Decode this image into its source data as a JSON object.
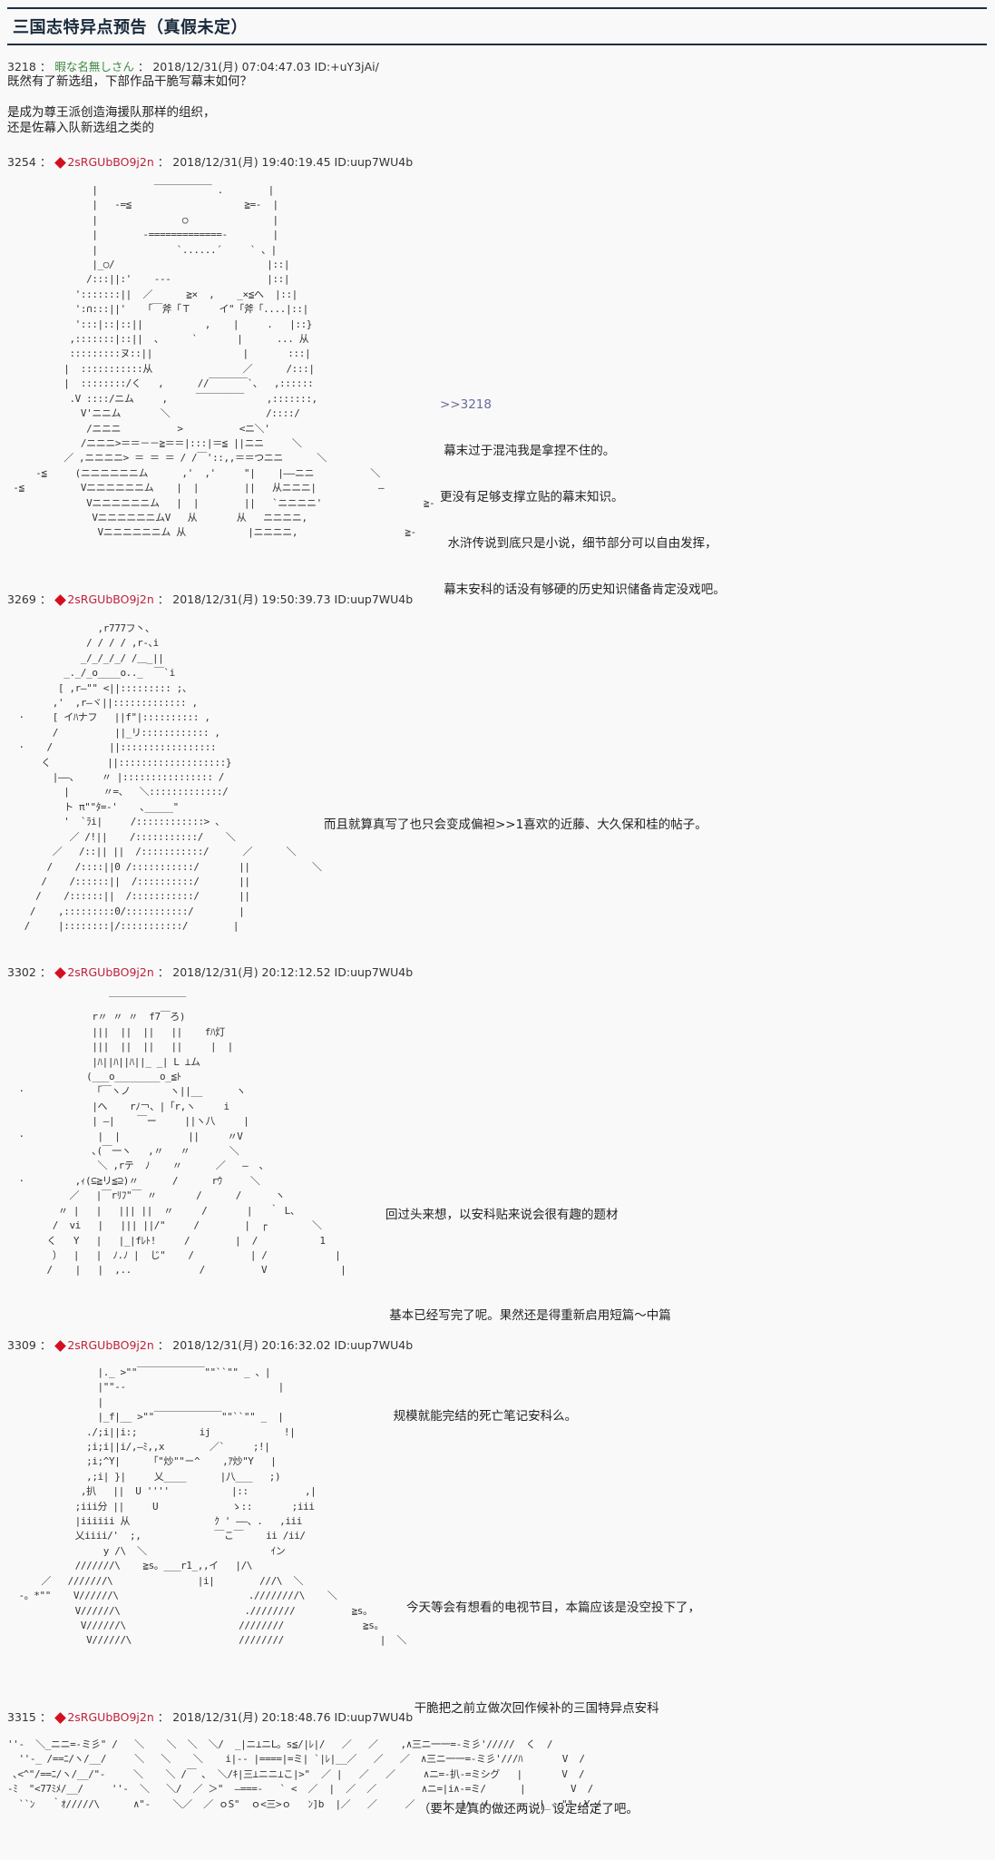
{
  "page": {
    "title": "三国志特异点预告（真假未定）"
  },
  "colors": {
    "title_border": "#1e2e3e",
    "name_plain": "#3e8a3e",
    "name_trip": "#c0223a",
    "trip_diamond": "#d40f1f",
    "background": "#f9f9fa"
  },
  "posts": [
    {
      "number": "3218",
      "name": "暇な名無しさん",
      "date": "2018/12/31(月) 07:04:47.03",
      "id": "ID:+uY3jAi/",
      "body_lines": [
        "既然有了新选组，下部作品干脆写幕末如何？",
        "",
        "是成为尊王派创造海援队那样的组织，",
        "还是佐幕入队新选组之类的"
      ]
    },
    {
      "number": "3254",
      "name": "2sRGUbBO9j2n",
      "trip_icon": "diamond-icon",
      "date": "2018/12/31(月) 19:40:19.45",
      "id": "ID:uup7WU4b",
      "quote": ">>3218",
      "side_lines": [
        " 幕末过于混沌我是拿捏不住的。",
        "更没有足够支撑立贴的幕末知识。",
        "  水浒传说到底只是小说，细节部分可以自由发挥，",
        " 幕末安科的话没有够硬的历史知识储备肯定没戏吧。"
      ]
    },
    {
      "number": "3269",
      "name": "2sRGUbBO9j2n",
      "trip_icon": "diamond-icon",
      "date": "2018/12/31(月) 19:50:39.73",
      "id": "ID:uup7WU4b",
      "side_lines": [
        "而且就算真写了也只会变成偏袒>>1喜欢的近藤、大久保和桂的帖子。"
      ]
    },
    {
      "number": "3302",
      "name": "2sRGUbBO9j2n",
      "trip_icon": "diamond-icon",
      "date": "2018/12/31(月) 20:12:12.52",
      "id": "ID:uup7WU4b",
      "side_lines": [
        "回过头来想，以安科贴来说会很有趣的题材",
        " 基本已经写完了呢。果然还是得重新启用短篇～中篇",
        "  规模就能完结的死亡笔记安科么。"
      ]
    },
    {
      "number": "3309",
      "name": "2sRGUbBO9j2n",
      "trip_icon": "diamond-icon",
      "date": "2018/12/31(月) 20:16:32.02",
      "id": "ID:uup7WU4b",
      "side_lines": [
        "今天等会有想看的电视节目，本篇应该是没空投下了，",
        "  干脆把之前立做次回作候补的三国特异点安科",
        "   （要不是真的做还两说）设定给定了吧。"
      ]
    },
    {
      "number": "3315",
      "name": "2sRGUbBO9j2n",
      "trip_icon": "diamond-icon",
      "date": "2018/12/31(月) 20:18:48.76",
      "id": "ID:uup7WU4b"
    }
  ],
  "ascii_art": {
    "aa_3254": "               |          ￣￣￣￣￣￣ .        |\n               |   -=≦                    ≧=-  |\n               |               ○               |\n               |        -=============-        |\n               |              `......´     ` 、|\n               |_○/                           |::|\n              /:::||:'    ---                 |::|\n            ':::::::||  ／      ≧×  ,    _×≦へ  |::|\n            ':∩:::||'   「￣斧「Ｔ     イ\"「斧「....|::|\n            ':::|::|::||           ,    |     .   |::}\n           ,:::::::|::||  、     `       |      ... 从\n           :::::::::ヌ::||                |       :::|\n          |  :::::::::::从                ／      /:::|\n          |  ::::::::/く   ,      //￣￣￣￣`、  ,::::::\n           .V ::::/ニム     ,     ￣￣￣￣￣    ,:::::::,\n             V'ニニム       ＼                 /::::/\n              /ニニニ          >          <ニ＼'\n             /ニニニ>＝＝－－≧＝＝|:::|＝≦ ||ニニ     ＼\n          ／ ,ニニニニ> ＝ ＝ ＝ / /￣'::,,＝＝つニニ      ＼\n     -≦     (ニニニニニニム      ,'  ,'     \"|    |――ニニ          ＼\n -≦          Vニニニニニニム    |  |        ||   从ニニニ|           ―\n              Vニニニニニニム   |  |        ||   `ニニニニ'                  ≧-\n               VニニニニニニムV   从       从   ニニニニ,\n                Vニニニニニニム 从           |ニニニニ,                   ≧-",
    "aa_3269": "                ,r777フ丶、\n              / / / / ,r-､i\n             _/_/_/_/ /＿_||\n          _._/_o____o.._  ￣`i\n         [ ,r―\"\" <||::::::::: ;、\n        ,'  ,r―ヾ||::::::::::::: ,\n  ·     [ イﾊナフ   ||f\"|:::::::::: ,\n        /          ||_リ:::::::::::: ,\n  ·    /          ||:::::::::::::::::\n      く          ||:::::::::::::::::::}\n        |――、    〃 |:::::::::::::::: /\n          |      〃=、  ＼:::::::::::::/\n          ト π\"\"ﾀ=-'    ､_____\"\n          '  `ﾗi|     /::::::::::::> 、\n           ／ /!||    /:::::::::::/    ＼\n        ／   /::|| ||  /:::::::::::/      ／      ＼\n       /    /::::||0 /:::::::::::/       ||           ＼\n      /    /::::::||  /::::::::::/       ||\n     /    /::::::||  /:::::::::::/       ||\n    /    ,:::::::::0/:::::::::::/        |\n   /     |::::::::|/:::::::::::/        |",
    "aa_3302": "                  ￣￣￣￣￣￣￣￣\n               r〃 〃 〃  f7￣ろ)\n               |||  ||  ||   ||    fﾊ灯\n               |||  ||  ||   ||     |  |\n               |ﾊ||ﾊ||ﾊ||_ _| L ⊥ム\n              (___o________o_≦ﾄ\n  ·            「￣ヽノ       ヽ||__      ヽ\n               |へ    rﾉ￢、|「r,ヽ     i\n               | ―|    ￣ー     ||ヽ八     |\n  ·             |  |            ||     〃V\n               ､(￣一ヽ   ,〃   〃       ＼\n                ＼ ,rテ  ﾉ    〃      ／   ―  ､\n  ·         ,ｨ(⊆≧リ≦⊇)〃      /      rｳ     ＼\n           ／   |￣rﾘﾌ\"￣ 〃       /      /      ヽ\n         〃 |   |   ||| ||  〃     /       |   ｀ L、\n        /  vi   |   ||| ||/\"     /        |  ┌        ＼\n       く   Y   |   |_|fﾚﾄ!     /        |  /           1\n        ）  |   |  ﾉ.ﾉ |  じ\"    /          | /            |\n       /    |   |  ,..            /          V             |",
    "aa_3309": "                |._ >\"\"￣￣￣￣￣￣￣\"\"``\"\" _ 、|\n                |\"\"--                           |\n                |\n                |_f|__ >\"\"￣￣￣￣￣￣￣\"\"``\"\" _  |\n              ./;i||i:;           ij             !|\n              ;i;i||i/,―ﾐ,,x        ／`     ;!|\n              ;i;^Y|     「\"炒\"\"ㄧ^    ,ｱ炒\"Y   |\n              ,;i| }|     乂____      |八___   ;)\n             ,扒   ||  U ''''           |::          ,|\n            ;iii分 ||     U             ゝ::       ;iii\n            |iiiiii 从               ｸ ' ――、.   ,iii\n            乂iiii/'  ;,             ￣こ￣    ii /ii/\n                 y /\\  ＼                      ｲン\n            ///////\\    ≧s。___r1_,,イ   |/\\\n      ／   ///////\\               |i|        ///\\  ＼\n  -。*\"\"    V//////\\                       .////////\\    ＼\n            V//////\\                      .////////          ≧s。\n             V//////\\                    ////////              ≧s。\n              V//////\\                   ////////                 |  ＼",
    "aa_3315": "''-  ＼_ニニ=-ミ彡\" /   ＼    ＼  ＼  ＼/  _|ニ⊥ニL。s≦/|ﾚ|/   ／   ／    ,∧三ニ一一=-ミ彡'/////  く  /\n  ''-_ /==ﾆ/ヽ/__/     ＼   ＼    ＼    i|-- |====|=ミ| `|ﾚ|__／   ／   ／  ∧三ニ一一=-ミ彡'///ﾊ       V  /\n ､<^\"/==ﾆ/ヽ/__/\"-     ＼    ＼ /￣ ､  ＼/ｷ|三⊥ニニ⊥こ|>\"  ／ |   ／   ／     ∧ニ=-扒-=ミシグ   |       V  /\n-ﾐ  \"<77ﾐﾒ/__/     ''-  ＼   ＼/  ／ ＞\"  ―===-   ` <  ／  |  ／  ／        ∧ニ=|i∧-=ミ/      |        V  /\n  ``ﾝ   ｀ｵ/////\\      ∧\"-    ＼／  ／ ｏS\"  ｏ<三>ｏ   ﾝ]b  |／   ／     ／     |  |∧  /         |_--\"\"  Y /"
  }
}
